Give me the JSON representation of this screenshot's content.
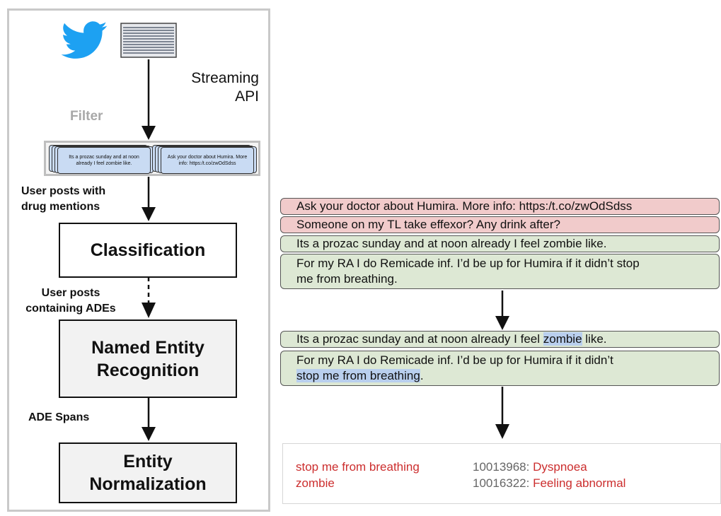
{
  "pipeline": {
    "streaming_api": [
      "Streaming",
      "API"
    ],
    "filter": "Filter",
    "tweets": [
      "Its a prozac sunday and at noon already I feel zombie like.",
      "Ask your doctor about Humira. More info: https:/t.co/zwOdSdss"
    ],
    "edge_user_posts_drug": [
      "User posts with",
      "drug mentions"
    ],
    "classification": "Classification",
    "edge_user_posts_ades": [
      "User posts",
      "containing ADEs"
    ],
    "ner": [
      "Named Entity",
      "Recognition"
    ],
    "edge_ade_spans": "ADE Spans",
    "normalization": [
      "Entity",
      "Normalization"
    ]
  },
  "examples": {
    "classified": [
      {
        "line1": "Ask your doctor about Humira. More info: https:/t.co/zwOdSdss",
        "line2": "",
        "label": "negative"
      },
      {
        "line1": "Someone on my TL take effexor? Any drink after?",
        "line2": "",
        "label": "negative"
      },
      {
        "line1": "Its a prozac sunday and at noon already I feel zombie like.",
        "line2": "",
        "label": "positive"
      },
      {
        "line1": "For my RA I do Remicade inf. I’d be up for Humira if it didn’t stop",
        "line2": "me from breathing.",
        "label": "positive"
      }
    ],
    "ner_1": {
      "before": "Its a prozac sunday and at noon already I feel ",
      "span": "zombie",
      "after": " like."
    },
    "ner_2": {
      "line1": "For my RA I do Remicade inf. I’d be up for Humira if it didn’t",
      "span": "stop me from breathing",
      "after": "."
    },
    "normalized": [
      {
        "span": "stop me from breathing",
        "code": "10013968",
        "term": "Dyspnoea"
      },
      {
        "span": "zombie",
        "code": "10016322",
        "term": "Feeling abnormal"
      }
    ]
  },
  "colors": {
    "twitter_blue": "#1da1f2",
    "negative_fill": "#f1cbcb",
    "positive_fill": "#dde8d4",
    "span_highlight": "#b9cfee",
    "result_red": "#cc2e2e",
    "ner_box_fill": "#f2f2f2"
  },
  "icons": [
    "twitter-bird-icon",
    "stream-document-icon"
  ]
}
